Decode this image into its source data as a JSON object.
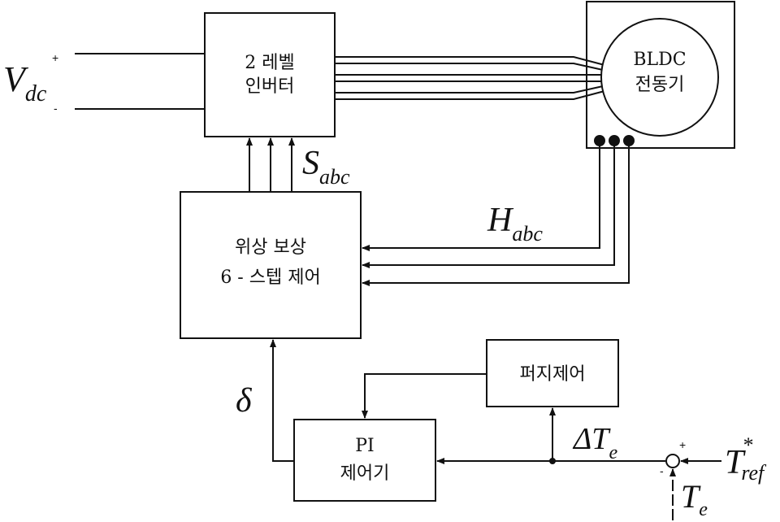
{
  "blocks": {
    "inverter": [
      "2 레벨",
      "인버터"
    ],
    "motor": [
      "BLDC",
      "전동기"
    ],
    "controller": [
      "위상 보상",
      "6 - 스텝 제어"
    ],
    "fuzzy": "퍼지제어",
    "pi": [
      "PI",
      "제어기"
    ]
  },
  "signals": {
    "vdc": {
      "main": "V",
      "sub": "dc"
    },
    "sabc": {
      "main": "S",
      "sub": "abc"
    },
    "habc": {
      "main": "H",
      "sub": "abc"
    },
    "delta": "δ",
    "delta_te": {
      "main": "ΔT",
      "sub": "e"
    },
    "tref": {
      "main": "T",
      "sub": "ref",
      "sup": "*"
    },
    "te": {
      "main": "T",
      "sub": "e"
    }
  },
  "signs": {
    "plus": "+",
    "minus": "-"
  }
}
